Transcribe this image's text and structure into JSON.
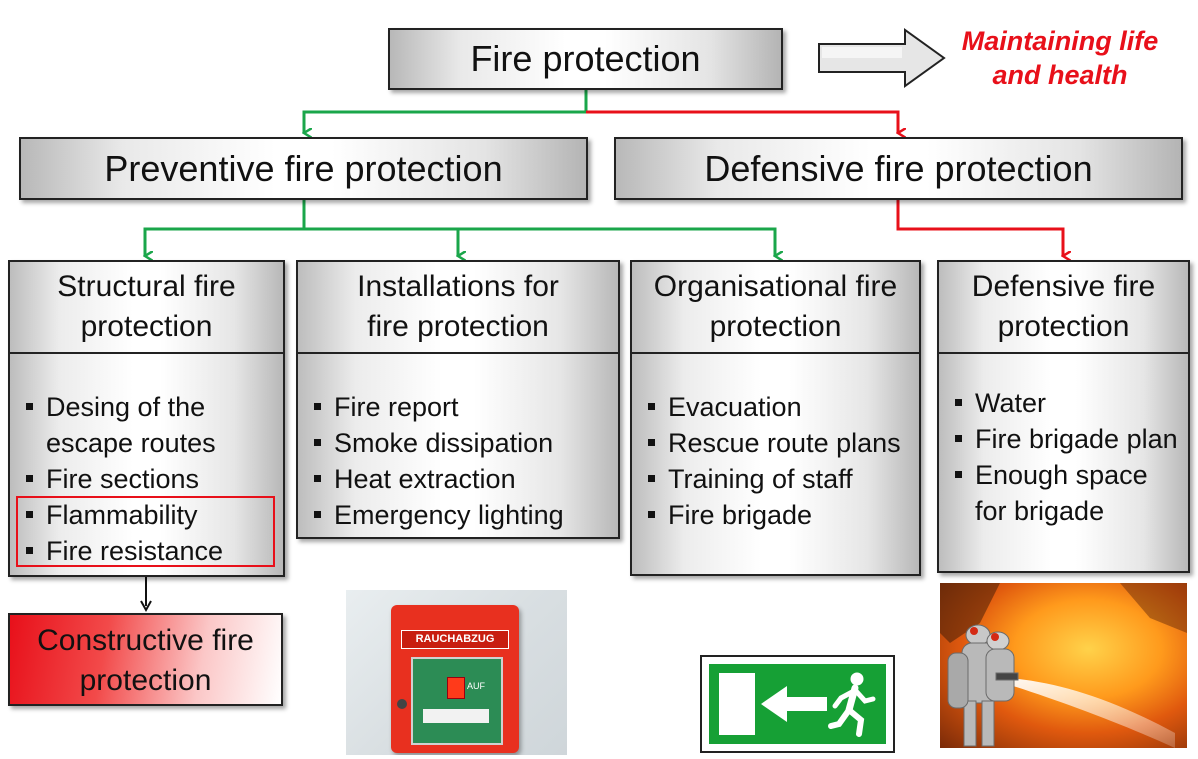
{
  "top": {
    "title": "Fire protection",
    "goal": "Maintaining life and health"
  },
  "level2": {
    "preventive": "Preventive fire protection",
    "defensive": "Defensive fire protection"
  },
  "columns": [
    {
      "title": "Structural fire protection",
      "items": [
        "Desing of the escape routes",
        "Fire sections",
        "Flammability",
        "Fire resistance"
      ]
    },
    {
      "title": "Installations for fire protection",
      "items": [
        "Fire report",
        "Smoke dissipation",
        "Heat extraction",
        "Emergency lighting"
      ]
    },
    {
      "title": "Organisational fire protection",
      "items": [
        "Evacuation",
        "Rescue route plans",
        "Training of staff",
        "Fire brigade"
      ]
    },
    {
      "title": "Defensive fire protection",
      "items": [
        "Water",
        "Fire brigade plan",
        "Enough space for brigade"
      ]
    }
  ],
  "constructive": "Constructive fire protection",
  "alarm_label": "RAUCHABZUG",
  "alarm_button": "AUF",
  "colors": {
    "green": "#1aa64a",
    "red": "#e8101a",
    "exit_green": "#16a035"
  }
}
